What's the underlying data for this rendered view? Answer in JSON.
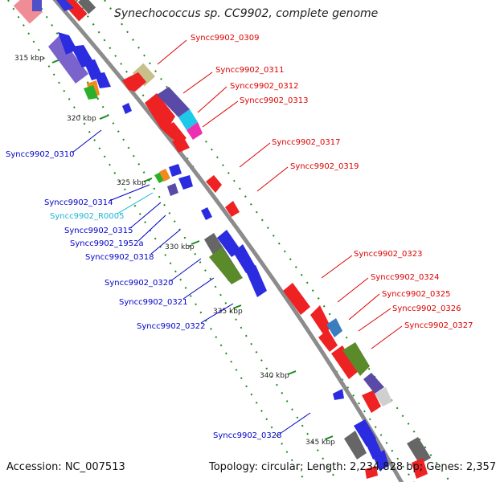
{
  "title": "Synechococcus sp. CC9902, complete genome",
  "accession": "Accession: NC_007513",
  "topology": "Topology: circular; Length: 2,234,828 bp; Genes: 2,357",
  "colors": {
    "backbone": "#8c8c8c",
    "label_plus": "#dd0000",
    "label_minus": "#0000c8",
    "label_rna": "#19b4d8",
    "tick": "#1a8a1a"
  },
  "kbp_ticks": [
    "315 kbp",
    "320 kbp",
    "325 kbp",
    "330 kbp",
    "335 kbp",
    "340 kbp",
    "345 kbp"
  ],
  "labels_plus": [
    "Syncc9902_0309",
    "Syncc9902_0311",
    "Syncc9902_0312",
    "Syncc9902_0313",
    "Syncc9902_0317",
    "Syncc9902_0319",
    "Syncc9902_0323",
    "Syncc9902_0324",
    "Syncc9902_0325",
    "Syncc9902_0326",
    "Syncc9902_0327"
  ],
  "labels_minus": [
    "Syncc9902_0310",
    "Syncc9902_0314",
    "Syncc9902_R0005",
    "Syncc9902_0315",
    "Syncc9902_1952a",
    "Syncc9902_0318",
    "Syncc9902_0320",
    "Syncc9902_0321",
    "Syncc9902_0322",
    "Syncc9902_0328"
  ]
}
